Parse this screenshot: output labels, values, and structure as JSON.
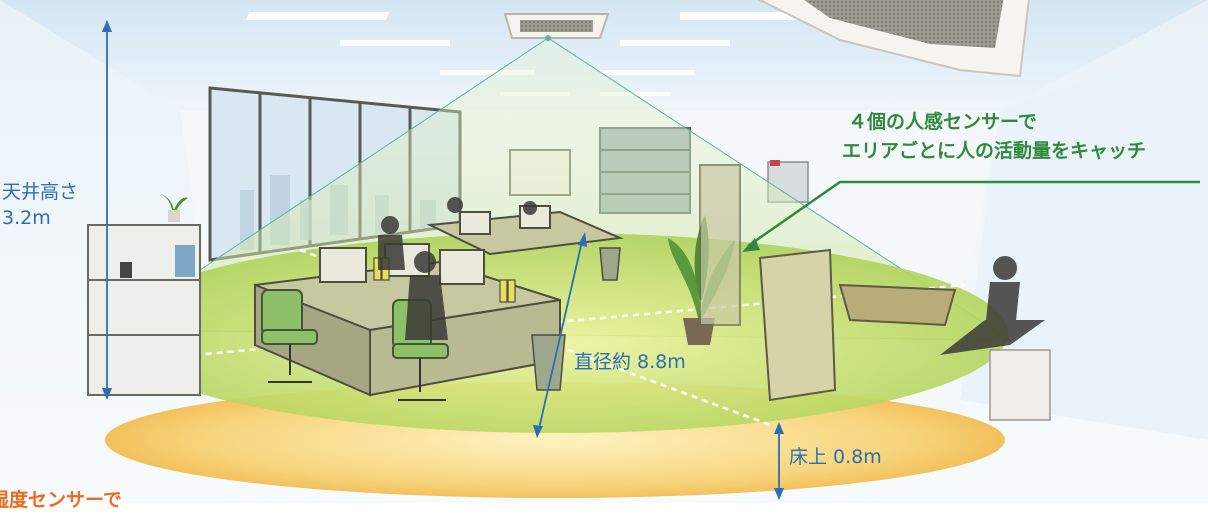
{
  "ceiling_height": {
    "line1": "天井高さ",
    "line2": "3.2m"
  },
  "sensor_callout": {
    "line1": "４個の人感センサーで",
    "line2": "エリアごとに人の活動量をキャッチ"
  },
  "diameter_label": "直径約 8.8m",
  "floor_height_label": "床上 0.8m",
  "cropped_bottom_label": "湿度センサーで",
  "colors": {
    "accent_blue": "#2a6fb5",
    "callout_green": "#2f8a3c",
    "caption_orange": "#ee6a1f",
    "floor_disk": "#f2c45a",
    "sensor_disk": "#c8e07a",
    "cone": "#d4eab0"
  },
  "icons": [
    "ceiling-air-conditioner-icon",
    "person-silhouette-icon",
    "plant-icon",
    "office-chair-icon"
  ]
}
